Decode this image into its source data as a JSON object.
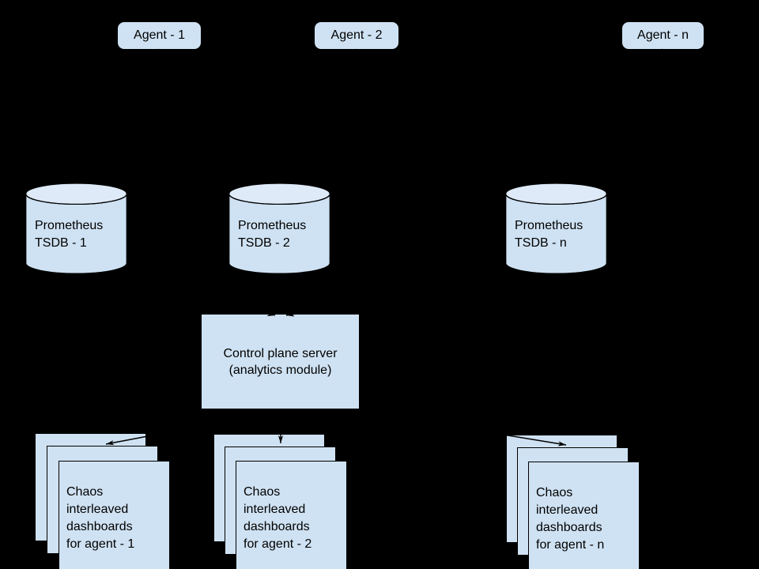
{
  "colors": {
    "background": "#000000",
    "node_fill": "#cfe2f3",
    "cylinder_top_fill": "#deeaf8",
    "connector": "#000000",
    "text": "#000000"
  },
  "agents": [
    {
      "label": "Agent - 1"
    },
    {
      "label": "Agent - 2"
    },
    {
      "label": "Agent - n"
    }
  ],
  "databases": [
    {
      "lines": [
        "Prometheus",
        "TSDB - 1"
      ]
    },
    {
      "lines": [
        "Prometheus",
        "TSDB - 2"
      ]
    },
    {
      "lines": [
        "Prometheus",
        "TSDB - n"
      ]
    }
  ],
  "control_plane": {
    "lines": [
      "Control plane server",
      "(analytics module)"
    ]
  },
  "dashboard_stacks": [
    {
      "lines": [
        "Chaos",
        "interleaved",
        "dashboards",
        "for agent - 1"
      ]
    },
    {
      "lines": [
        "Chaos",
        "interleaved",
        "dashboards",
        "for agent - 2"
      ]
    },
    {
      "lines": [
        "Chaos",
        "interleaved",
        "dashboards",
        "for agent - n"
      ]
    }
  ]
}
